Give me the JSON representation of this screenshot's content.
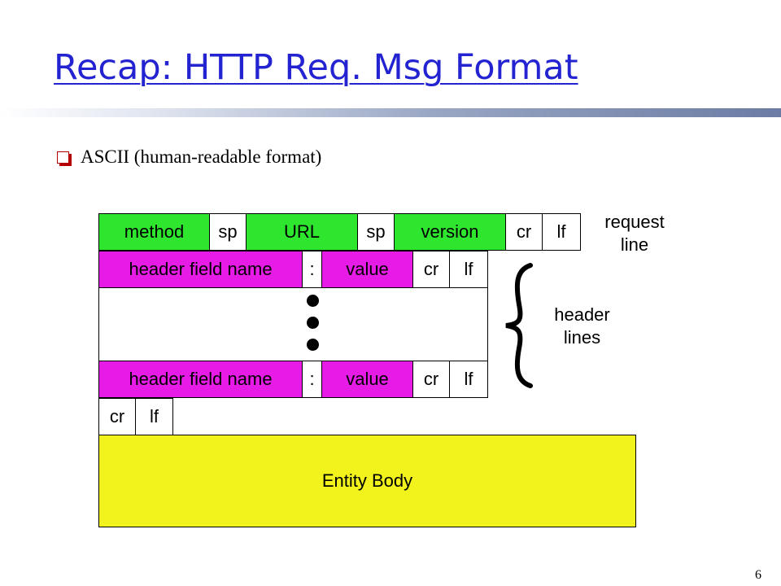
{
  "slide": {
    "title": "Recap: HTTP Req. Msg Format",
    "bullet": "ASCII (human-readable format)",
    "page_number": "6"
  },
  "diagram": {
    "request_line": {
      "method": "method",
      "sp1": "sp",
      "url": "URL",
      "sp2": "sp",
      "version": "version",
      "cr": "cr",
      "lf": "lf",
      "label_1": "request",
      "label_2": "line"
    },
    "header_line_1": {
      "name": "header field name",
      "colon": ":",
      "value": "value",
      "cr": "cr",
      "lf": "lf"
    },
    "header_line_2": {
      "name": "header field name",
      "colon": ":",
      "value": "value",
      "cr": "cr",
      "lf": "lf"
    },
    "header_lines_label_1": "header",
    "header_lines_label_2": "lines",
    "end_of_headers": {
      "cr": "cr",
      "lf": "lf"
    },
    "entity_body": "Entity Body",
    "colors": {
      "request_line": "#2ee62e",
      "header_field": "#e61ce6",
      "entity_body": "#f2f21c",
      "title": "#2323d2",
      "bullet": "#b40000"
    }
  }
}
